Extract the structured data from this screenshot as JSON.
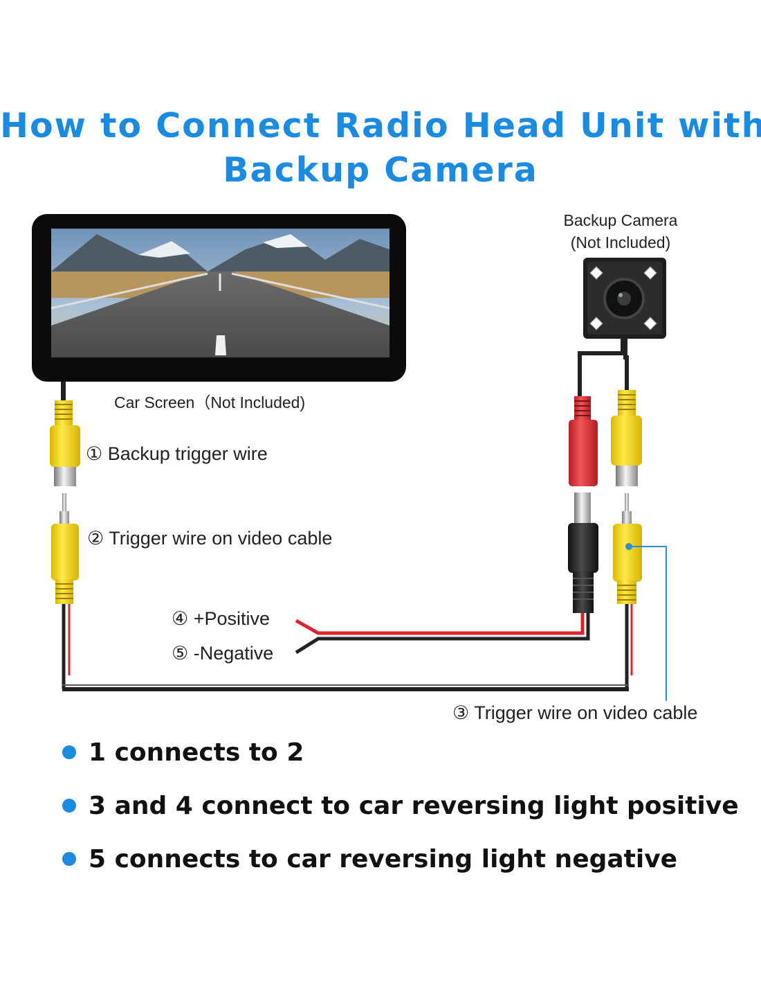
{
  "title": {
    "line1": "How to Connect Radio Head Unit with",
    "line2": "Backup Camera"
  },
  "labels": {
    "car_screen": "Car Screen（Not Included)",
    "backup_camera_line1": "Backup Camera",
    "backup_camera_line2": "(Not Included)",
    "wire1": "① Backup trigger wire",
    "wire2": "② Trigger wire on video cable",
    "wire3": "③ Trigger wire on video cable",
    "wire4": "④ +Positive",
    "wire5": "⑤ -Negative"
  },
  "instructions": [
    "1 connects to 2",
    "3 and 4 connect to car reversing light positive",
    "5 connects to car reversing light negative"
  ],
  "colors": {
    "accent": "#1a8be0",
    "rca_yellow": "#f2d31a",
    "rca_red": "#e0343a",
    "wire_red": "#e0202a",
    "wire_black": "#222222",
    "callout_line": "#2a8fd6"
  },
  "icons": [
    "car-screen-icon",
    "backup-camera-icon",
    "rca-connector-icon",
    "dc-plug-icon"
  ]
}
